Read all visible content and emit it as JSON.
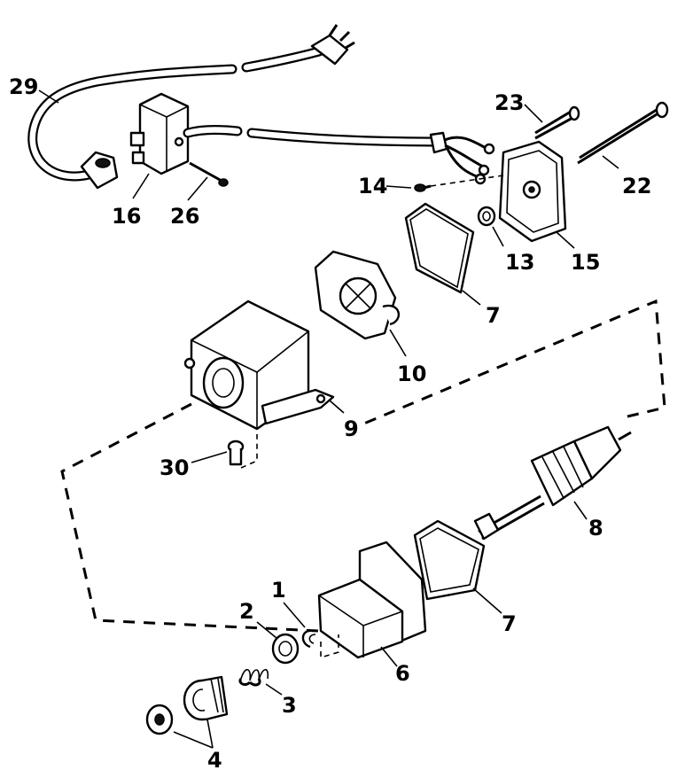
{
  "callouts": [
    {
      "id": "29",
      "text": "29"
    },
    {
      "id": "16",
      "text": "16"
    },
    {
      "id": "26",
      "text": "26"
    },
    {
      "id": "23",
      "text": "23"
    },
    {
      "id": "22",
      "text": "22"
    },
    {
      "id": "14",
      "text": "14"
    },
    {
      "id": "13",
      "text": "13"
    },
    {
      "id": "15",
      "text": "15"
    },
    {
      "id": "7a",
      "text": "7"
    },
    {
      "id": "10",
      "text": "10"
    },
    {
      "id": "9",
      "text": "9"
    },
    {
      "id": "30",
      "text": "30"
    },
    {
      "id": "8",
      "text": "8"
    },
    {
      "id": "7b",
      "text": "7"
    },
    {
      "id": "1",
      "text": "1"
    },
    {
      "id": "2",
      "text": "2"
    },
    {
      "id": "6",
      "text": "6"
    },
    {
      "id": "3",
      "text": "3"
    },
    {
      "id": "4",
      "text": "4"
    }
  ]
}
